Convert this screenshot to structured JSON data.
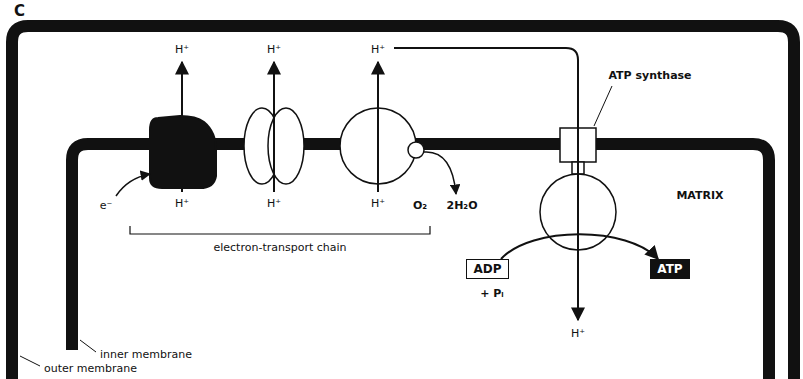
{
  "diagram": {
    "nodes": [
      {
        "text": [
          "ADP"
        ]
      },
      {
        "text": [
          "ATP"
        ]
      }
    ],
    "edges": [
      {
        "from": 0,
        "to": 1,
        "arrow": "to"
      }
    ],
    "labels": [
      "C",
      "H⁺",
      "H⁺",
      "H⁺",
      "e⁻",
      "H⁺",
      "H⁺",
      "H⁺",
      "O₂",
      "2H₂O",
      "ATP synthase",
      "MATRIX",
      "electron-transport chain",
      "+ Pᵢ",
      "H⁺",
      "inner membrane",
      "outer membrane"
    ]
  }
}
